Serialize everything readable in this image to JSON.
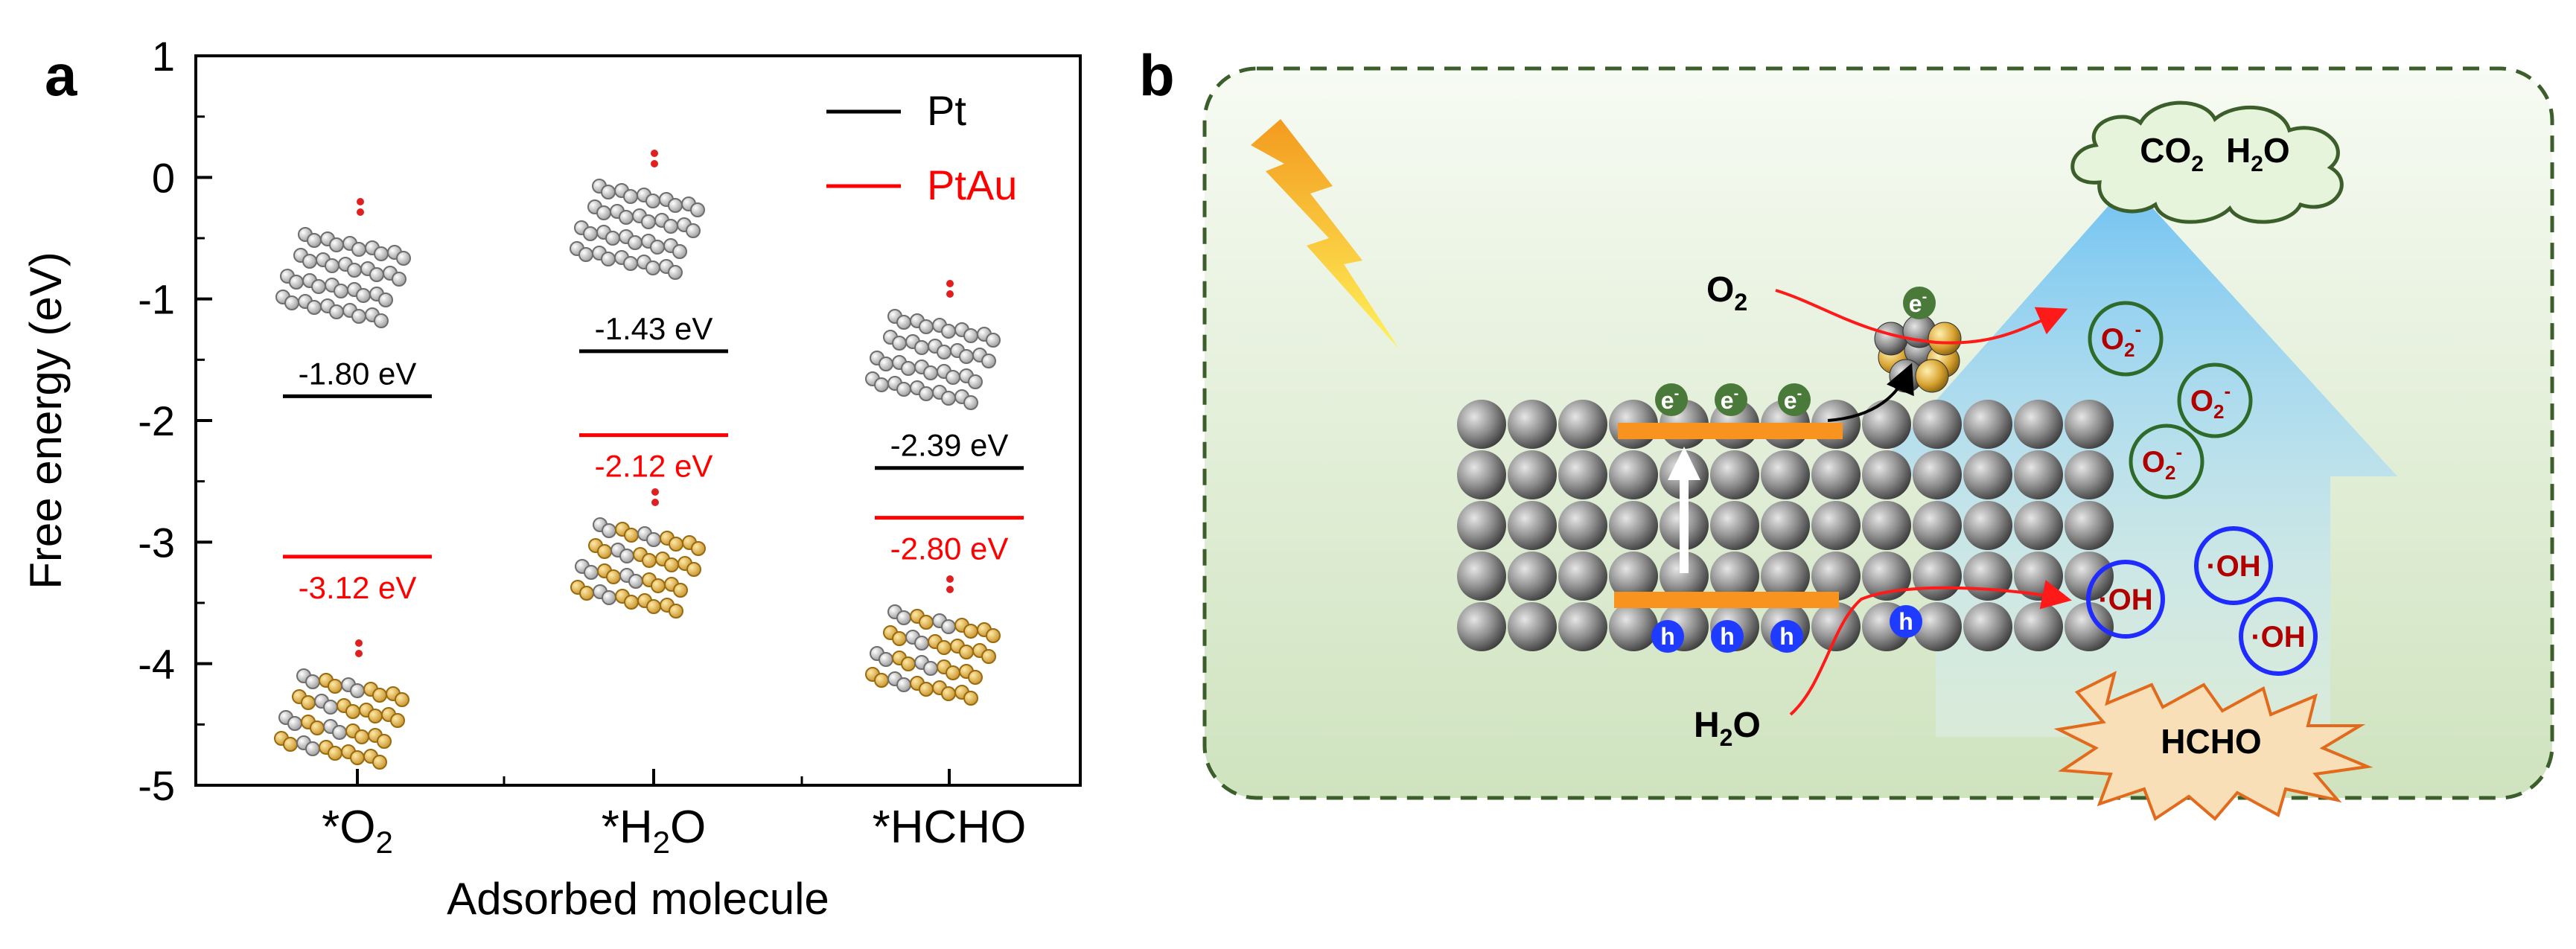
{
  "panel_a": {
    "label": "a",
    "legend": [
      {
        "name": "Pt",
        "color": "#000000"
      },
      {
        "name": "PtAu",
        "color": "#ff0000"
      }
    ]
  },
  "chart_data": {
    "type": "bar",
    "categories": [
      "*O2",
      "*H2O",
      "*HCHO"
    ],
    "xlabel": "Adsorbed molecule",
    "ylabel": "Free energy (eV)",
    "ylim": [
      -5,
      1
    ],
    "yticks": [
      "1",
      "0",
      "-1",
      "-2",
      "-3",
      "-4",
      "-5"
    ],
    "legend_position": "top-right",
    "grid": false,
    "series": [
      {
        "name": "Pt",
        "color": "#000000",
        "values": [
          -1.8,
          -1.43,
          -2.39
        ],
        "labels": [
          "-1.80 eV",
          "-1.43 eV",
          "-2.39 eV"
        ]
      },
      {
        "name": "PtAu",
        "color": "#ff0000",
        "values": [
          -3.12,
          -2.12,
          -2.8
        ],
        "labels": [
          "-3.12 eV",
          "-2.12 eV",
          "-2.80 eV"
        ]
      }
    ]
  },
  "panel_b": {
    "label": "b",
    "products": {
      "co2": "CO",
      "co2_sub": "2",
      "h2o": "H",
      "h2o_sub": "2",
      "h2o_end": "O"
    },
    "o2_label": {
      "main": "O",
      "sub": "2"
    },
    "h2o_label": {
      "main": "H",
      "sub": "2",
      "end": "O"
    },
    "electron": {
      "main": "e",
      "sup": "-"
    },
    "hole": "h",
    "superoxide": {
      "main": "O",
      "sub": "2",
      "sup": "-"
    },
    "hydroxyl": "·OH",
    "hcho": "HCHO",
    "colors": {
      "panel_bg": "#d3e6c4",
      "border": "#3b5e2b",
      "band": "#f7931e",
      "electron": "#4a7a3a",
      "hole": "#1f3bff",
      "radical_text": "#b00000",
      "arrow": "#5cc3f5"
    }
  }
}
